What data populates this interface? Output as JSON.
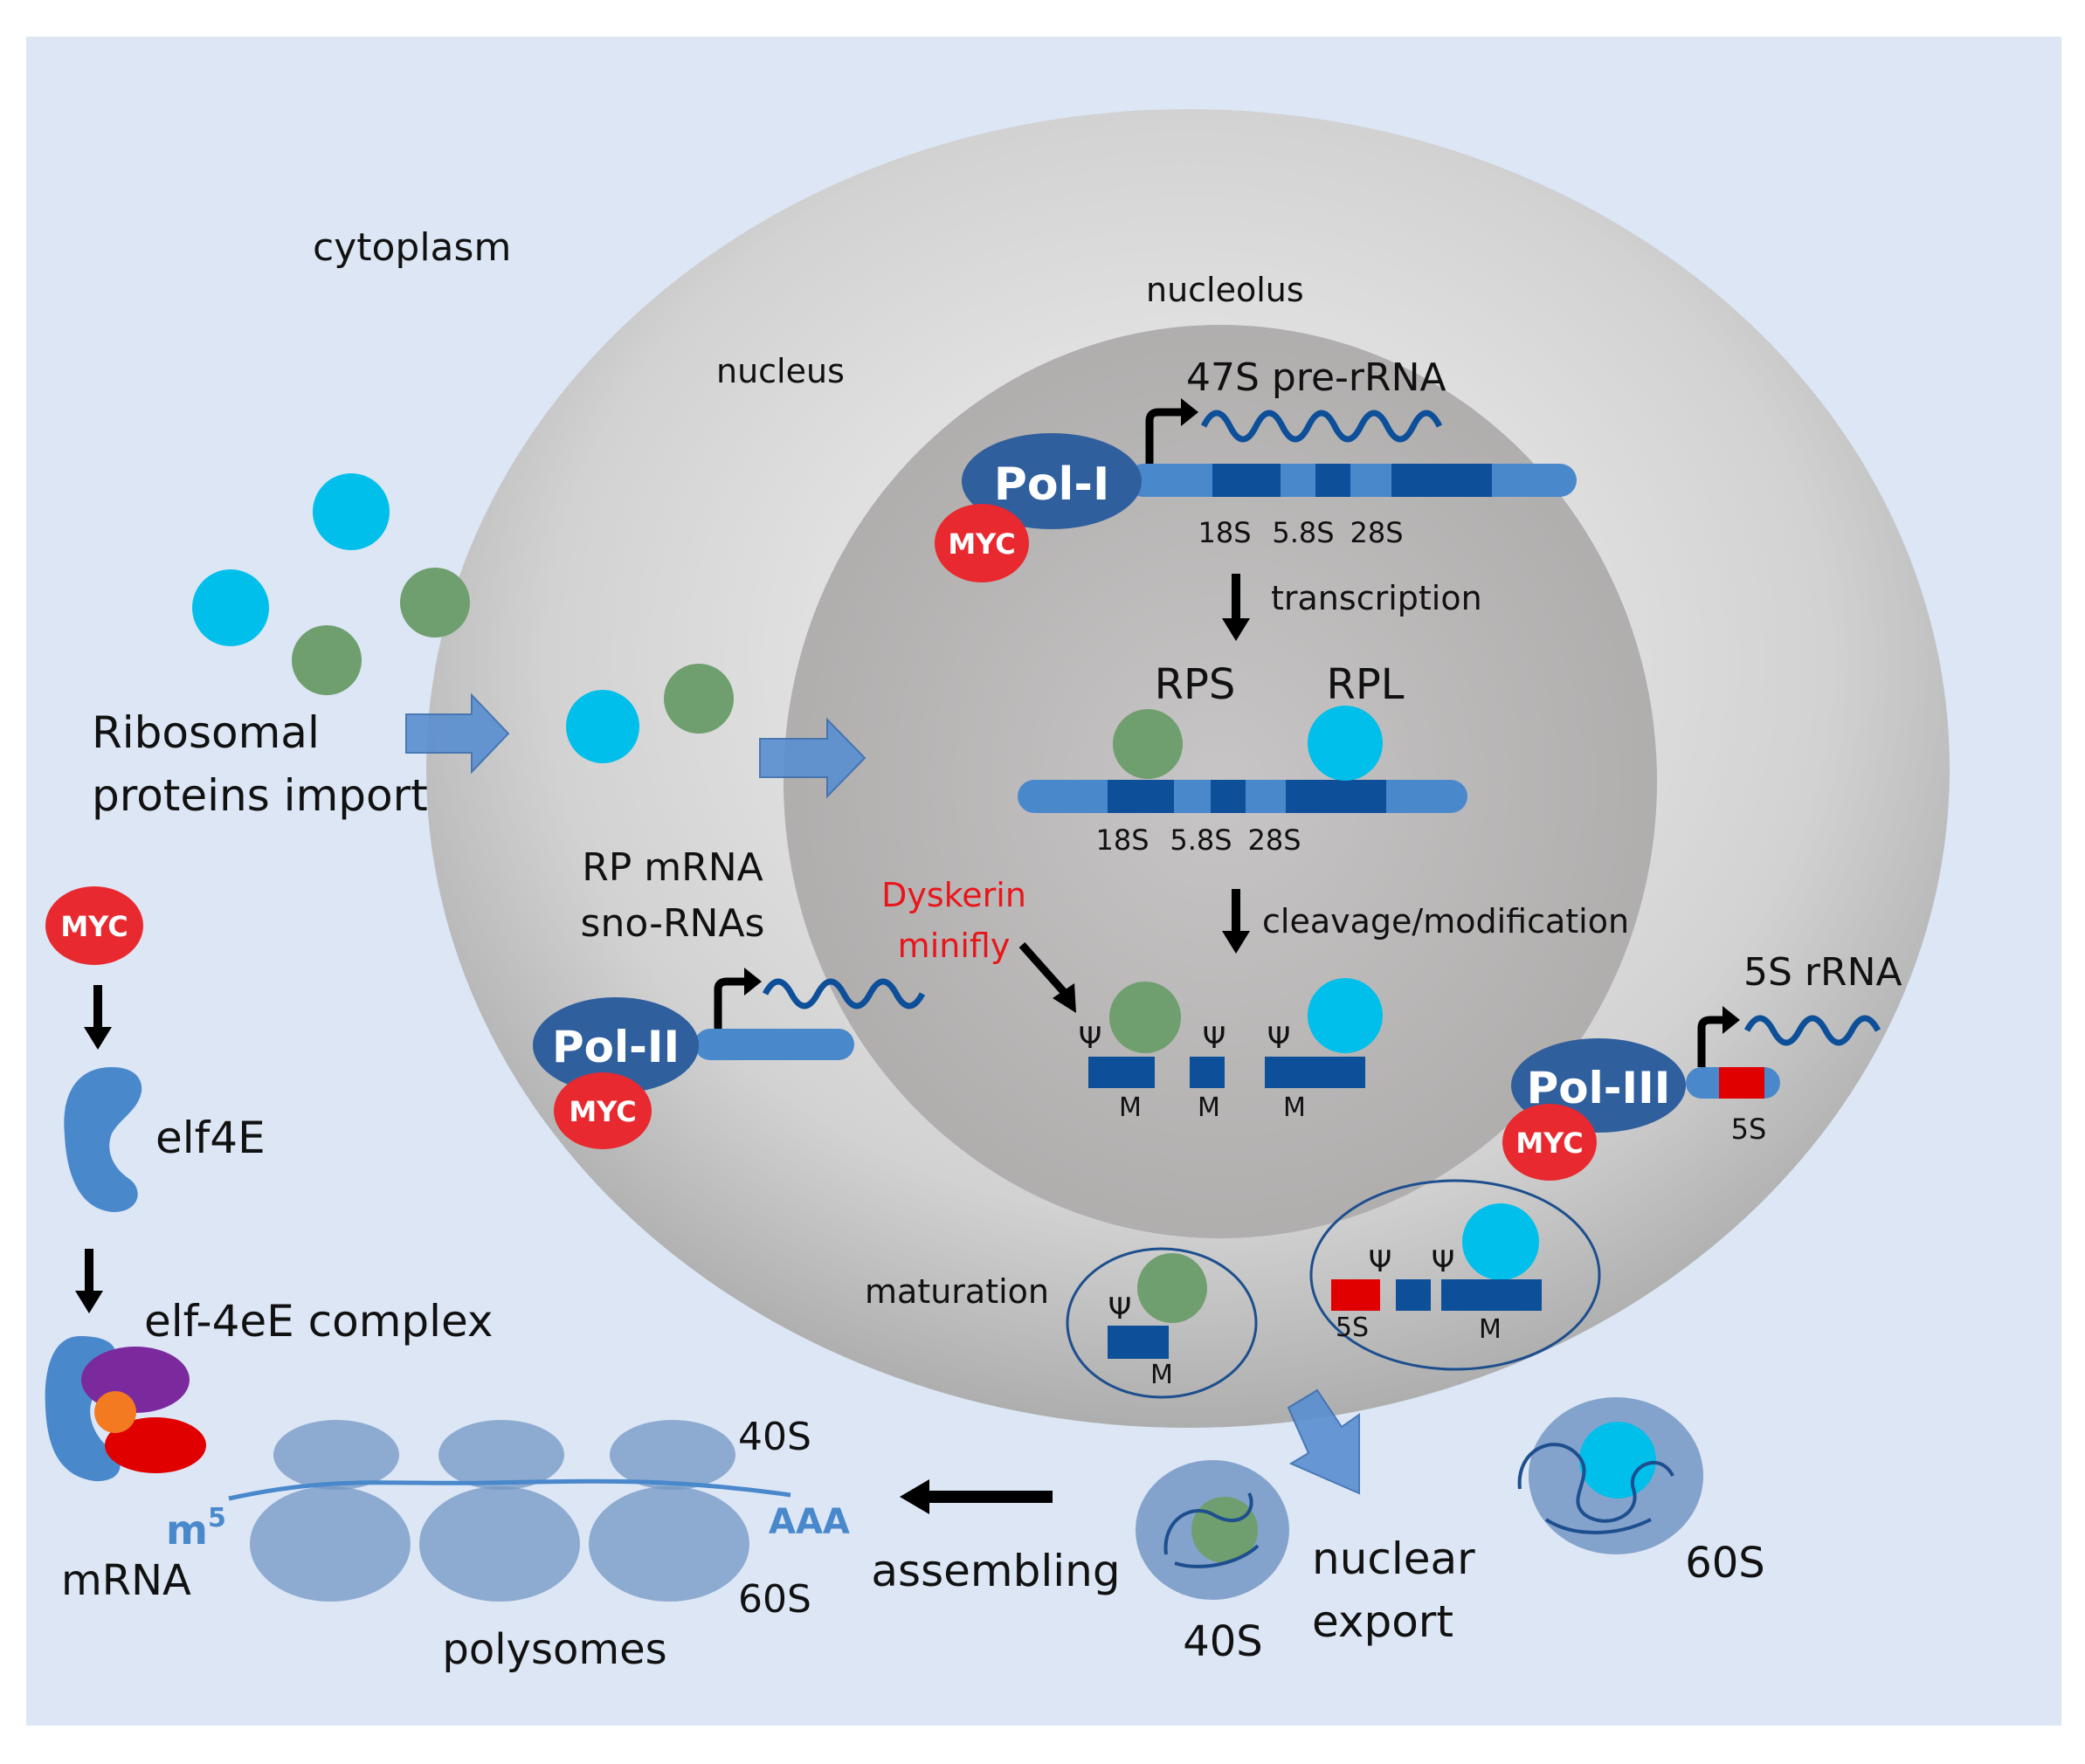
{
  "colors": {
    "panel_bg": "#dce6f4",
    "cyan": "#00bfea",
    "green": "#6f9e6f",
    "rna_bar": "#4a88cc",
    "rna_dark": "#0d4f98",
    "pol_blue": "#2f5f9d",
    "myc_red": "#e8292f",
    "rrna_red": "#e00000",
    "dyskerin_red": "#e8161b",
    "arrow_blue": "#5a8fd1",
    "ribo_blue": "#7397c4",
    "purple": "#7b2a9e",
    "orange": "#f47a21"
  },
  "labels": {
    "cytoplasm": "cytoplasm",
    "nucleus": "nucleus",
    "nucleolus": "nucleolus",
    "pre_rrna_47s": "47S pre-rRNA",
    "pol_i": "Pol-I",
    "pol_ii": "Pol-II",
    "pol_iii": "Pol-III",
    "myc": "MYC",
    "s18": "18S",
    "s58": "5.8S",
    "s28": "28S",
    "transcription": "transcription",
    "rps": "RPS",
    "rpl": "RPL",
    "cleavage": "cleavage/modification",
    "ribosomal_import_1": "Ribosomal",
    "ribosomal_import_2": "proteins import",
    "rp_mrna": "RP mRNA",
    "sno_rnas": "sno-RNAs",
    "dyskerin": "Dyskerin",
    "minifly": "minifly",
    "psi": "Ψ",
    "m": "M",
    "rrna_5s": "5S rRNA",
    "s5": "5S",
    "maturation": "maturation",
    "elf4e": "elf4E",
    "elf4ee_complex": "elf-4eE complex",
    "m5": "m",
    "m5_sup": "5",
    "aaa": "AAA",
    "mrna": "mRNA",
    "s40": "40S",
    "s60": "60S",
    "polysomes": "polysomes",
    "assembling": "assembling",
    "nuclear": "nuclear",
    "export": "export"
  }
}
